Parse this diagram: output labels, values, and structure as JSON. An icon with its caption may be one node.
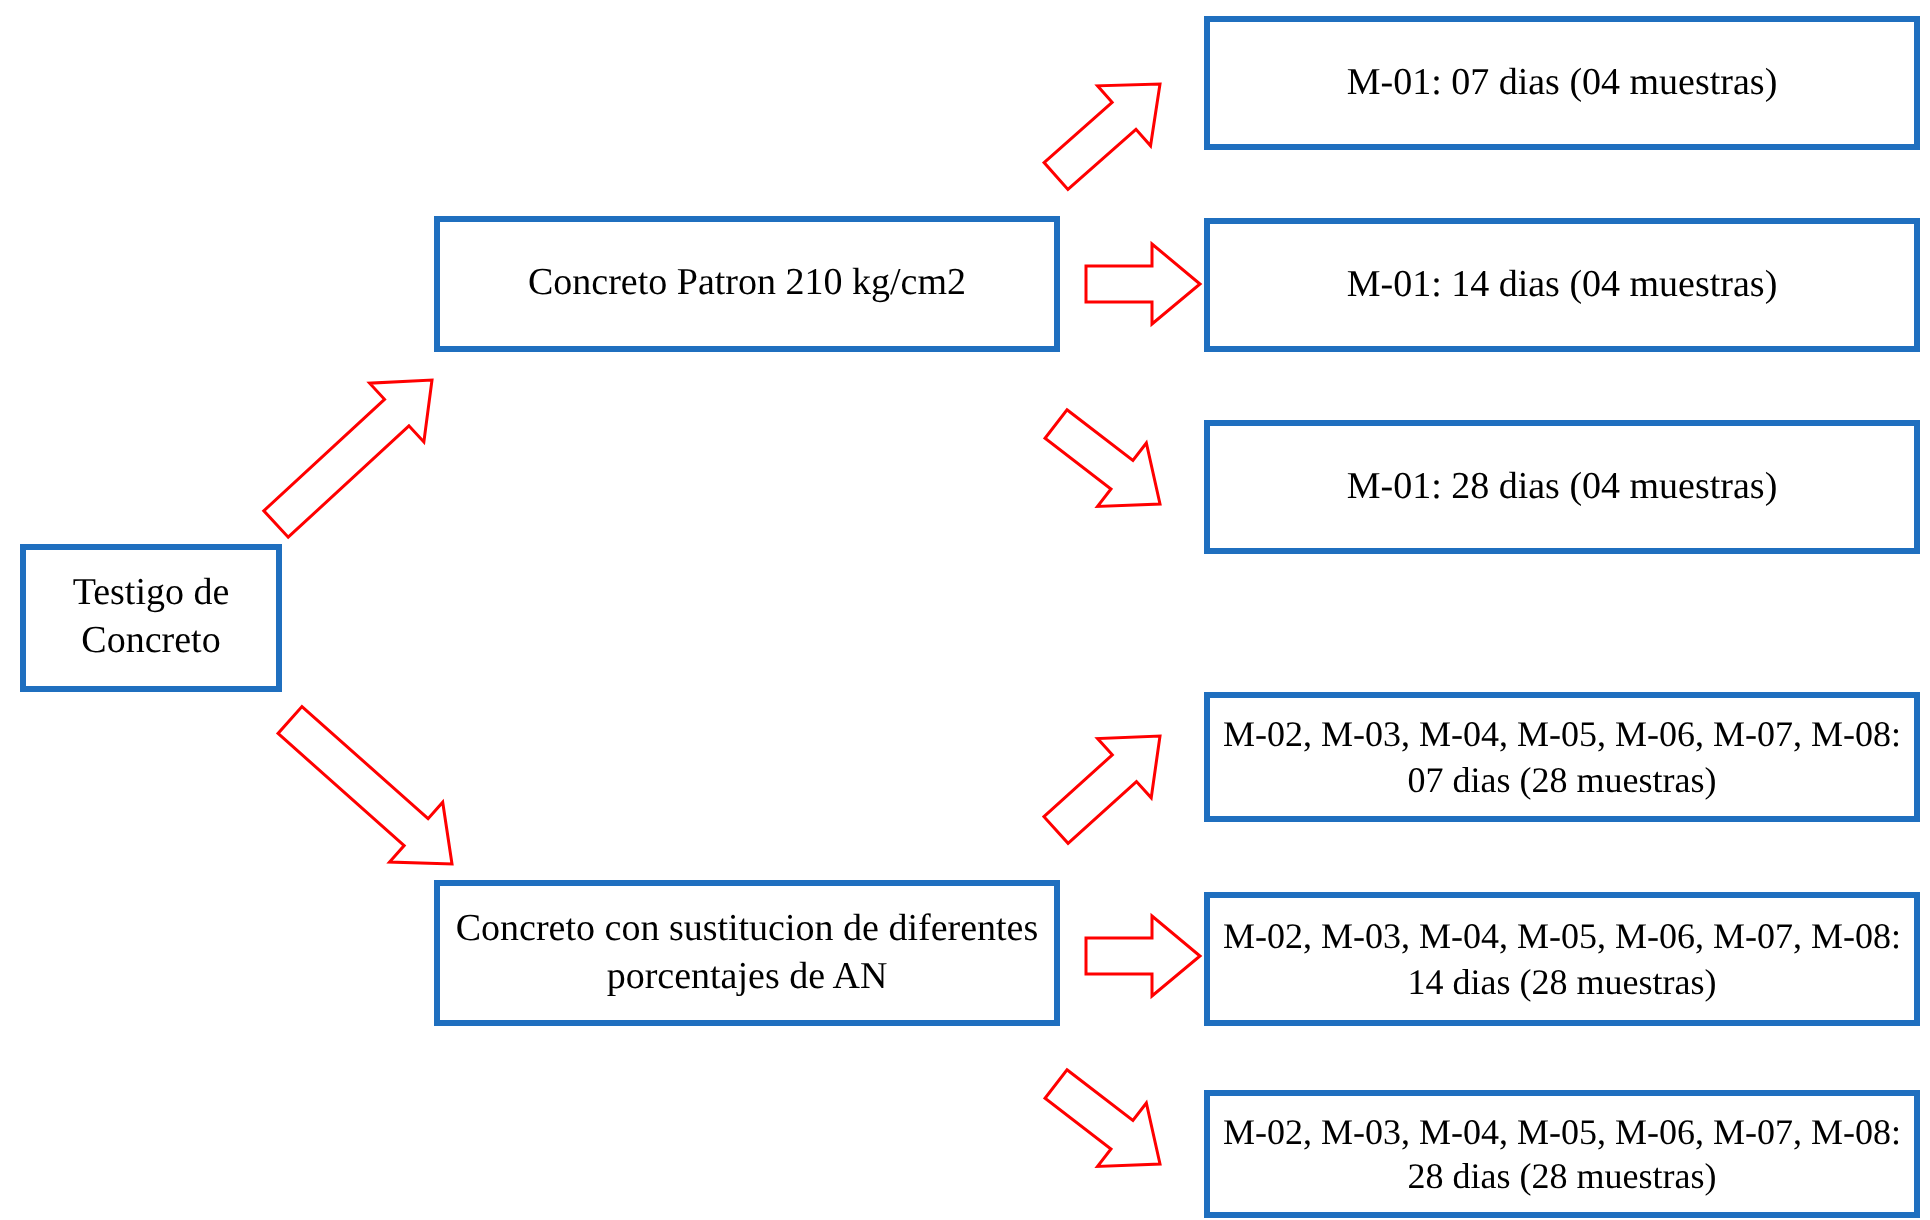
{
  "diagram": {
    "nodes": [
      {
        "text": [
          "Testigo de Concreto"
        ]
      },
      {
        "text": [
          "Concreto Patron 210 kg/cm2"
        ]
      },
      {
        "text": [
          "Concreto con sustitucion de diferentes porcentajes de AN"
        ]
      },
      {
        "text": [
          "M-01: 07 dias (04 muestras)"
        ]
      },
      {
        "text": [
          "M-01: 14 dias (04 muestras)"
        ]
      },
      {
        "text": [
          "M-01: 28 dias (04 muestras)"
        ]
      },
      {
        "text": [
          "M-02, M-03, M-04, M-05, M-06, M-07, M-08: 07 dias (28 muestras)"
        ]
      },
      {
        "text": [
          "M-02, M-03, M-04, M-05, M-06, M-07, M-08: 14 dias (28 muestras)"
        ]
      },
      {
        "text": [
          "M-02, M-03, M-04, M-05, M-06, M-07, M-08: 28 dias (28 muestras)"
        ]
      }
    ],
    "edges": [
      {
        "from": 0,
        "to": 1,
        "arrow": "to"
      },
      {
        "from": 0,
        "to": 2,
        "arrow": "to"
      },
      {
        "from": 1,
        "to": 3,
        "arrow": "to"
      },
      {
        "from": 1,
        "to": 4,
        "arrow": "to"
      },
      {
        "from": 1,
        "to": 5,
        "arrow": "to"
      },
      {
        "from": 2,
        "to": 6,
        "arrow": "to"
      },
      {
        "from": 2,
        "to": 7,
        "arrow": "to"
      },
      {
        "from": 2,
        "to": 8,
        "arrow": "to"
      }
    ]
  }
}
